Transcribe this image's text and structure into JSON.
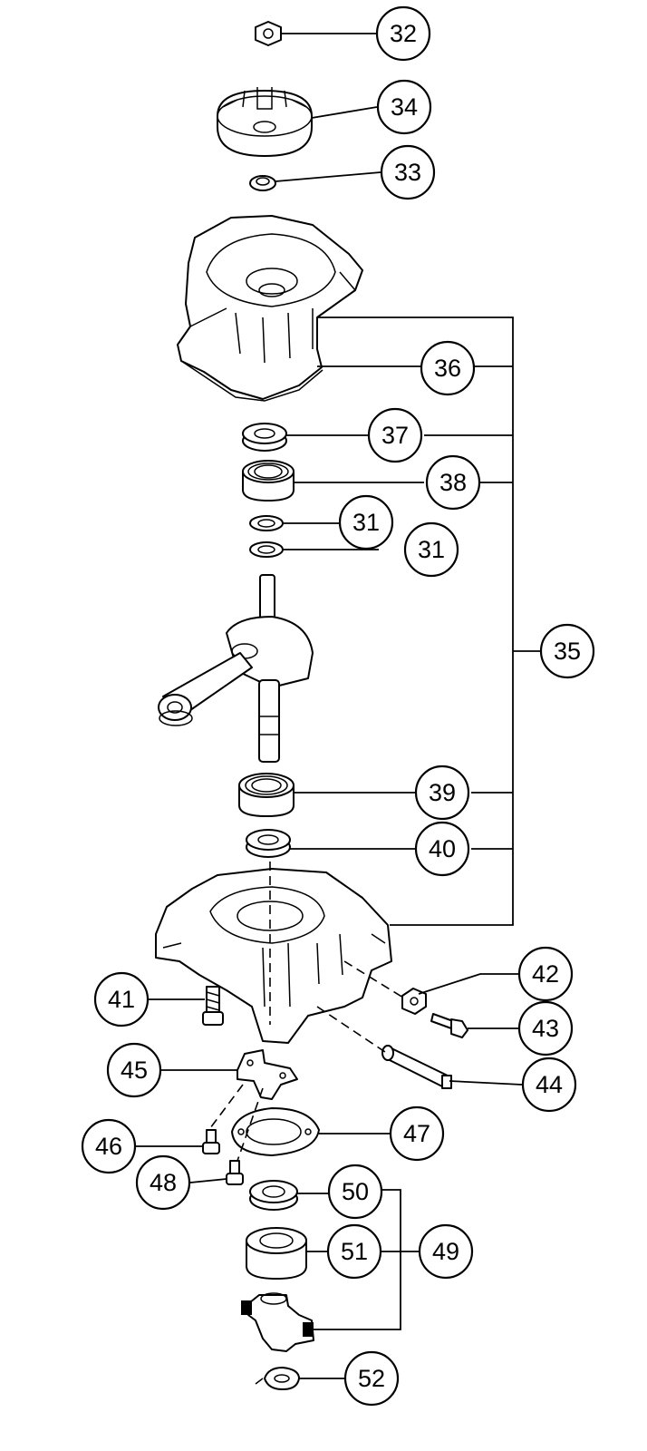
{
  "callouts": {
    "c32": "32",
    "c34": "34",
    "c33": "33",
    "c36": "36",
    "c37": "37",
    "c38": "38",
    "c31a": "31",
    "c31b": "31",
    "c35": "35",
    "c39": "39",
    "c40": "40",
    "c42": "42",
    "c41": "41",
    "c43": "43",
    "c45": "45",
    "c44": "44",
    "c47": "47",
    "c46": "46",
    "c48": "48",
    "c50": "50",
    "c51": "51",
    "c49": "49",
    "c52": "52"
  }
}
